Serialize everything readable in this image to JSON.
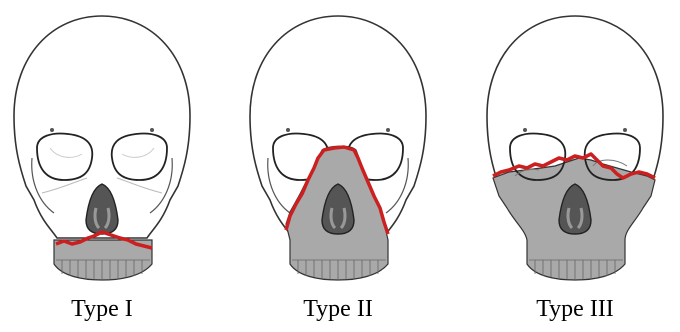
{
  "figure": {
    "panels": [
      {
        "id": "type-1",
        "caption": "Type I"
      },
      {
        "id": "type-2",
        "caption": "Type II"
      },
      {
        "id": "type-3",
        "caption": "Type III"
      }
    ]
  },
  "colors": {
    "fracture_line": "#cc1f1f",
    "shaded_bone": "#a9a9a9",
    "outline": "#333333",
    "nasal_dark": "#444444",
    "nasal_mid": "#888888"
  }
}
